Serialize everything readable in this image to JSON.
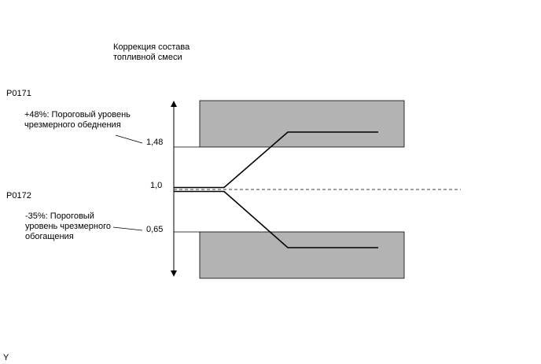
{
  "title": "Коррекция состава\nтопливной смеси",
  "codes": {
    "lean": "P0171",
    "rich": "P0172"
  },
  "thresholds": {
    "lean": {
      "label": "+48%: Пороговый уровень\nчрезмерного обеднения",
      "value": "1,48"
    },
    "nominal": {
      "value": "1,0"
    },
    "rich": {
      "label": "-35%: Пороговый\nуровень чрезмерного\nобогащения",
      "value": "0,65"
    }
  },
  "footer_mark": "Y",
  "colors": {
    "band_fill": "#b3b3b3",
    "line": "#000000"
  }
}
